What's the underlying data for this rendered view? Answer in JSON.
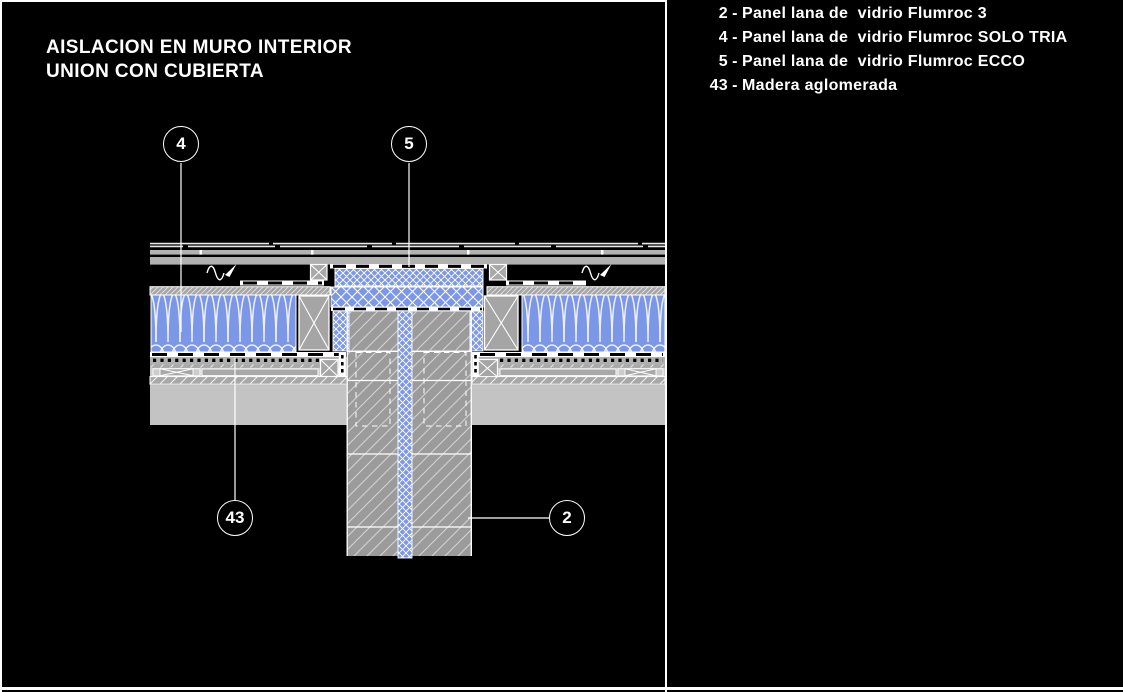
{
  "title": {
    "line1": "AISLACION EN MURO INTERIOR",
    "line2": "UNION CON CUBIERTA"
  },
  "legend": {
    "separator": "-",
    "items": [
      {
        "num": "2",
        "label": "Panel lana de  vidrio Flumroc 3"
      },
      {
        "num": "4",
        "label": "Panel lana de  vidrio Flumroc SOLO TRIA"
      },
      {
        "num": "5",
        "label": "Panel lana de  vidrio Flumroc ECCO"
      },
      {
        "num": "43",
        "label": "Madera aglomerada"
      }
    ]
  },
  "callouts": [
    {
      "label": "4"
    },
    {
      "label": "5"
    },
    {
      "label": "43"
    },
    {
      "label": "2"
    }
  ],
  "colors": {
    "background": "#000000",
    "line_white": "#ffffff",
    "insulation_blue": "#7d97e8",
    "gray_band": "#b0b0b0",
    "gray_mid": "#a8a8a8",
    "gray_column": "#9b9b9b",
    "gray_slab": "#c3c3c3"
  }
}
